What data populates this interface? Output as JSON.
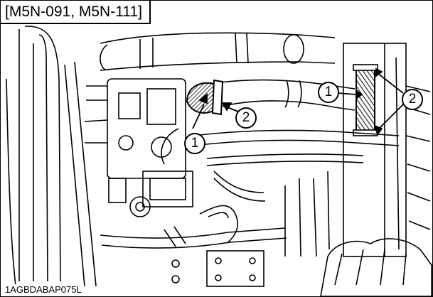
{
  "figure": {
    "model_label": "[M5N-091, M5N-111]",
    "figure_code": "1AGBDABAP075L"
  },
  "callouts": [
    {
      "number": "1",
      "part": "hose"
    },
    {
      "number": "2",
      "part": "clamp"
    },
    {
      "number": "1",
      "part": "hose"
    },
    {
      "number": "2",
      "part": "clamp"
    }
  ],
  "colors": {
    "line": "#000000",
    "background": "#ffffff",
    "hatch": "#3a3a3a"
  }
}
